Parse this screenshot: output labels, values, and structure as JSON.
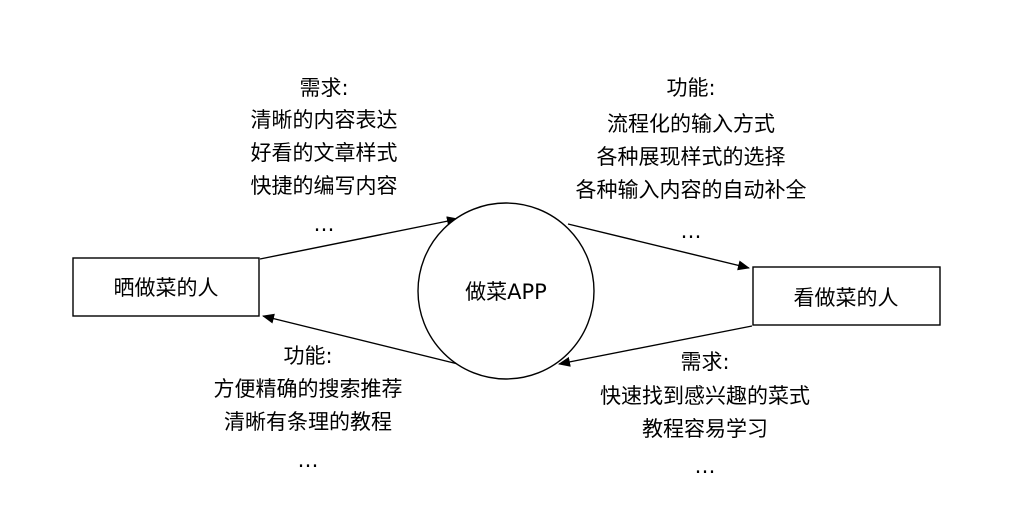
{
  "nodes": {
    "left_box": {
      "label": "晒做菜的人"
    },
    "center_circle": {
      "label": "做菜APP"
    },
    "right_box": {
      "label": "看做菜的人"
    }
  },
  "notes": {
    "top_left": [
      "需求:",
      "清晰的内容表达",
      "好看的文章样式",
      "快捷的编写内容",
      "…"
    ],
    "top_right": [
      "功能:",
      "流程化的输入方式",
      "各种展现样式的选择",
      "各种输入内容的自动补全",
      "…"
    ],
    "bottom_left": [
      "功能:",
      "方便精确的搜索推荐",
      "清晰有条理的教程",
      "…"
    ],
    "bottom_right": [
      "需求:",
      "快速找到感兴趣的菜式",
      "教程容易学习",
      "…"
    ]
  }
}
